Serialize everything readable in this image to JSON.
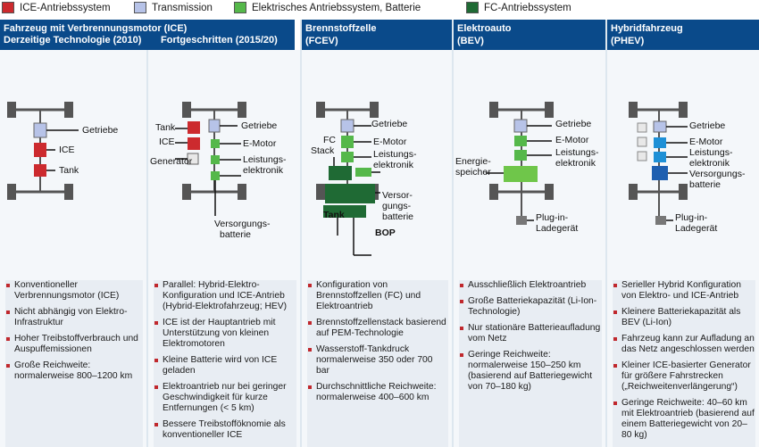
{
  "legend": [
    {
      "label": "ICE-Antriebssystem",
      "color": "#cc2a2e"
    },
    {
      "label": "Transmission",
      "color": "#b7c3e8"
    },
    {
      "label": "Elektrisches Antriebssystem, Batterie",
      "color": "#55b84a"
    },
    {
      "label": "FC-Antriebssystem",
      "color": "#1f6a34"
    }
  ],
  "columns": [
    {
      "title": "Fahrzeug mit Verbrennungsmotor (ICE)",
      "sub": "Derzeitige Technologie (2010)",
      "labels": [
        "Getriebe",
        "ICE",
        "Tank"
      ],
      "bullets": [
        "Konventioneller Verbrennungsmotor (ICE)",
        "Nicht abhängig von Elektro-Infrastruktur",
        "Hoher Treibstoffverbrauch und Auspuffemissionen",
        "Große Reichweite: normalerweise 800–1200 km"
      ]
    },
    {
      "title": "",
      "sub": "Fortgeschritten (2015/20)",
      "labels": [
        "Tank",
        "ICE",
        "Generator",
        "Getriebe",
        "E-Motor",
        "Leistungs-",
        "elektronik",
        "Versorgungs-",
        "batterie"
      ],
      "bullets": [
        "Parallel: Hybrid-Elektro-Konfiguration und ICE-Antrieb (Hybrid-Elektrofahrzeug; HEV)",
        "ICE ist der Hauptantrieb mit Unterstützung von kleinen Elektromotoren",
        "Kleine Batterie wird von ICE geladen",
        "Elektroantrieb nur bei geringer Geschwindigkeit für kurze Entfernungen (< 5 km)",
        "Bessere Treibstofföknomie als konventioneller ICE"
      ]
    },
    {
      "title": "Brennstoffzelle",
      "sub": "(FCEV)",
      "labels": [
        "Getriebe",
        "FC",
        "Stack",
        "E-Motor",
        "Leistungs-",
        "elektronik",
        "Versor-",
        "gungs-",
        "batterie",
        "Tank",
        "BOP"
      ],
      "bullets": [
        "Konfiguration von Brennstoffzellen (FC) und Elektroantrieb",
        "Brennstoffzellenstack basierend auf PEM-Technologie",
        "Wasserstoff-Tankdruck normalerweise 350 oder 700 bar",
        "Durchschnittliche Reichweite: normalerweise 400–600 km"
      ]
    },
    {
      "title": "Elektroauto",
      "sub": "(BEV)",
      "labels": [
        "Getriebe",
        "E-Motor",
        "Leistungs-",
        "elektronik",
        "Energie-",
        "speicher",
        "Plug-in-",
        "Ladegerät"
      ],
      "bullets": [
        "Ausschließlich Elektroantrieb",
        "Große Batteriekapazität (Li-Ion-Technologie)",
        "Nur stationäre Batterieaufladung vom Netz",
        "Geringe Reichweite: normalerweise 150–250 km (basierend auf Batteriegewicht von 70–180 kg)"
      ]
    },
    {
      "title": "Hybridfahrzeug",
      "sub": "(PHEV)",
      "labels": [
        "Getriebe",
        "E-Motor",
        "Leistungs-",
        "elektronik",
        "Versorgungs-",
        "batterie",
        "Plug-in-",
        "Ladegerät"
      ],
      "bullets": [
        "Serieller Hybrid Konfiguration von Elektro- und ICE-Antrieb",
        "Kleinere Batteriekapazität als BEV (Li-Ion)",
        "Fahrzeug kann zur Aufladung an das Netz angeschlossen werden",
        "Kleiner ICE-basierter Generator für größere Fahrstrecken („Reichweitenverlängerung“)",
        "Geringe Reichweite: 40–60 km mit Elektroantrieb (basierend auf einem Batteriegewicht von 20–80 kg)"
      ]
    }
  ]
}
